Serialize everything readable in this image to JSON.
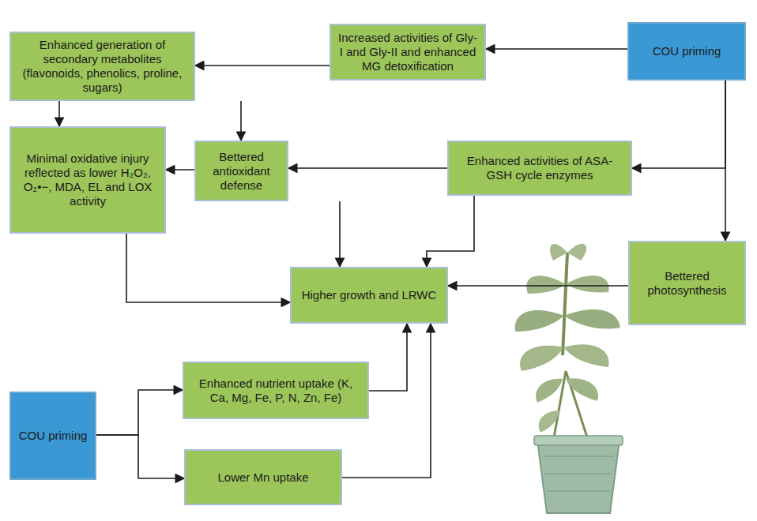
{
  "diagram": {
    "nodes": [
      {
        "text": [
          "Enhanced generation of secondary metabolites (flavonoids, phenolics, proline, sugars)"
        ]
      },
      {
        "text": [
          "Increased activities of Gly-I and Gly-II and enhanced MG detoxification"
        ]
      },
      {
        "text": [
          "COU priming"
        ]
      },
      {
        "text": [
          "Minimal oxidative injury reflected as lower H₂O₂, O₂•−, MDA, EL and LOX activity"
        ]
      },
      {
        "text": [
          "Bettered antioxidant defense"
        ]
      },
      {
        "text": [
          "Enhanced activities of ASA-GSH cycle enzymes"
        ]
      },
      {
        "text": [
          "Higher growth and LRWC"
        ]
      },
      {
        "text": [
          "Bettered photosynthesis"
        ]
      },
      {
        "text": [
          "COU priming"
        ]
      },
      {
        "text": [
          "Enhanced nutrient uptake (K, Ca, Mg, Fe, P, N, Zn, Fe)"
        ]
      },
      {
        "text": [
          "Lower Mn uptake"
        ]
      }
    ],
    "edges": [
      {
        "from": 2,
        "to": 1,
        "arrow": "to"
      },
      {
        "from": 1,
        "to": 0,
        "arrow": "to"
      },
      {
        "from": 0,
        "to": 3,
        "arrow": "to"
      },
      {
        "from": 0,
        "to": 4,
        "arrow": "to"
      },
      {
        "from": 4,
        "to": 3,
        "arrow": "to"
      },
      {
        "from": 5,
        "to": 4,
        "arrow": "to"
      },
      {
        "from": 2,
        "to": 5,
        "arrow": "to"
      },
      {
        "from": 2,
        "to": 7,
        "arrow": "to"
      },
      {
        "from": 3,
        "to": 6,
        "arrow": "to"
      },
      {
        "from": 4,
        "to": 6,
        "arrow": "to"
      },
      {
        "from": 5,
        "to": 6,
        "arrow": "to"
      },
      {
        "from": 7,
        "to": 6,
        "arrow": "to"
      },
      {
        "from": 8,
        "to": 9,
        "arrow": "to"
      },
      {
        "from": 8,
        "to": 10,
        "arrow": "to"
      },
      {
        "from": 9,
        "to": 6,
        "arrow": "to"
      },
      {
        "from": 10,
        "to": 6,
        "arrow": "to"
      }
    ]
  }
}
